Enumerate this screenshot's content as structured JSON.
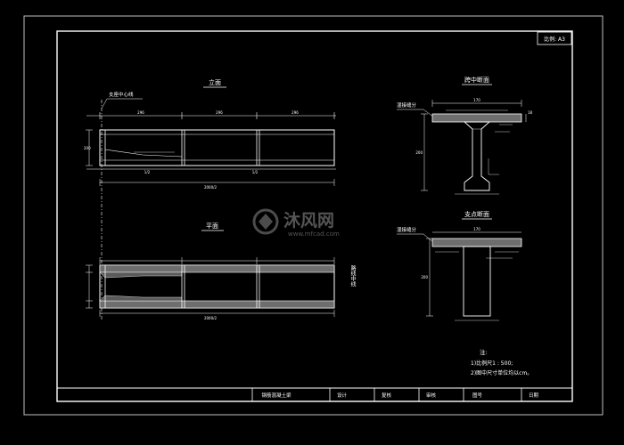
{
  "drawing": {
    "scale_box": "比例: A3",
    "views": {
      "elevation": "立面",
      "plan": "平面",
      "mid_section": "跨中断面",
      "support_section": "支点断面"
    },
    "labels": {
      "pier_center": "支座中心线",
      "road_center": "路线中线",
      "wet_joint_1": "湿接缝分",
      "wet_joint_2": "湿接缝分"
    },
    "dimensions": {
      "elev_left_span": "296",
      "elev_mid_span": "296",
      "elev_right_span": "296",
      "elev_bottom_left": "1/2",
      "elev_bottom_right": "1/2",
      "elev_total": "2000/2",
      "plan_total": "2000/2",
      "mid_top_width": "170",
      "mid_height": "200",
      "mid_flange": "18",
      "support_top_width": "170",
      "support_height": "200"
    },
    "notes": {
      "heading": "注:",
      "line1": "1)比例尺1 : 500;",
      "line2": "2)图中尺寸单位均以cm。"
    },
    "watermark": {
      "brand": "沐风网",
      "url": "www.mfcad.com"
    },
    "title_block": {
      "drawing_name": "钢筋混凝土梁",
      "design": "设计",
      "review": "复核",
      "approve": "审核",
      "drawing_no": "图号",
      "date": "日期"
    }
  }
}
